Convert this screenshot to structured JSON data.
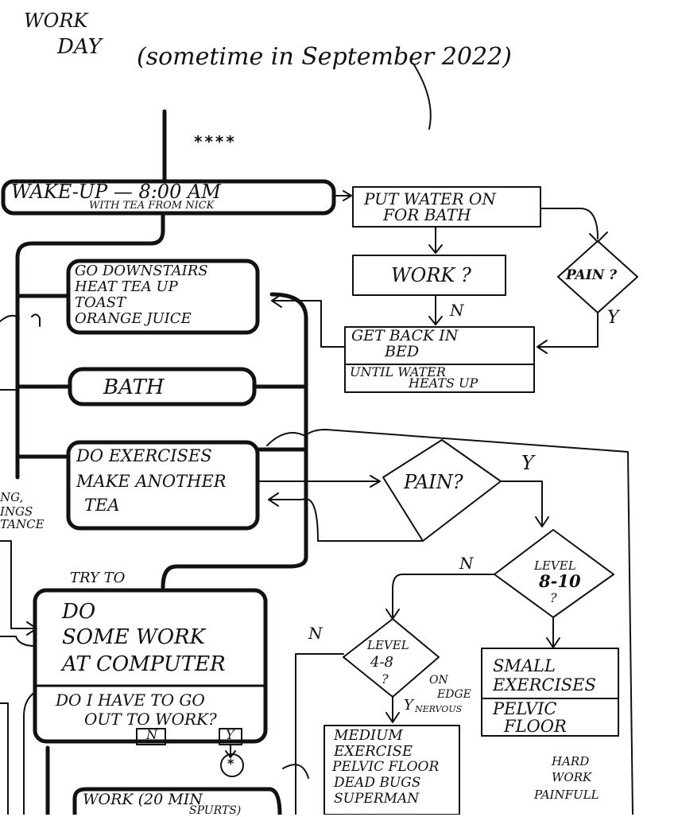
{
  "header": {
    "title_line1": "WORK",
    "title_line2": "DAY",
    "date_note": "(sometime in September 2022)",
    "stars": "****"
  },
  "nodes": {
    "wake_up": "WAKE-UP — 8:00 AM",
    "wake_up_sub": "WITH TEA FROM NICK",
    "put_water": "PUT WATER ON",
    "put_water_sub": "FOR BATH",
    "work_q": "WORK ?",
    "pain_q_top": "PAIN ?",
    "get_back": "GET BACK IN",
    "get_back_sub": "BED",
    "until_water": "UNTIL WATER",
    "until_water_sub": "HEATS UP",
    "downstairs_l1": "GO DOWNSTAIRS",
    "downstairs_l2": "HEAT TEA UP",
    "downstairs_l3": "TOAST",
    "downstairs_l4": "ORANGE JUICE",
    "bath": "BATH",
    "exercises_l1": "DO EXERCISES",
    "exercises_l2": "MAKE ANOTHER",
    "exercises_l3": "TEA",
    "pain_q_mid": "PAIN?",
    "level_8_10_l1": "LEVEL",
    "level_8_10_l2": "8-10",
    "level_8_10_l3": "?",
    "level_4_8_l1": "LEVEL",
    "level_4_8_l2": "4-8",
    "level_4_8_l3": "?",
    "small_ex_l1": "SMALL",
    "small_ex_l2": "EXERCISES",
    "pelvic_l1": "PELVIC",
    "pelvic_l2": "FLOOR",
    "medium_l1": "MEDIUM",
    "medium_l2": "EXERCISE",
    "medium_l3": "PELVIC FLOOR",
    "medium_l4": "DEAD BUGS",
    "medium_l5": "SUPERMAN",
    "try_to": "TRY TO",
    "computer_l1": "DO",
    "computer_l2": "SOME WORK",
    "computer_l3": "AT COMPUTER",
    "go_out_l1": "DO I HAVE TO GO",
    "go_out_l2": "OUT TO WORK?",
    "work_20_l1": "WORK (20 MIN",
    "work_20_l2": "SPURTS)",
    "hard_work_l1": "HARD",
    "hard_work_l2": "WORK",
    "hard_work_l3": "PAINFULL"
  },
  "edge_labels": {
    "n_work": "N",
    "y_pain_top": "Y",
    "y_pain_mid": "Y",
    "n_level_8_10": "N",
    "n_level_4_8": "N",
    "y_level_4_8": "Y",
    "on_edge_l1": "ON",
    "on_edge_l2": "EDGE",
    "nervous": "NERVOUS",
    "out_n": "N",
    "out_y": "Y",
    "star_marker": "*"
  },
  "left_cutoff": {
    "l1": "NG,",
    "l2": "INGS",
    "l3": "TANCE"
  }
}
